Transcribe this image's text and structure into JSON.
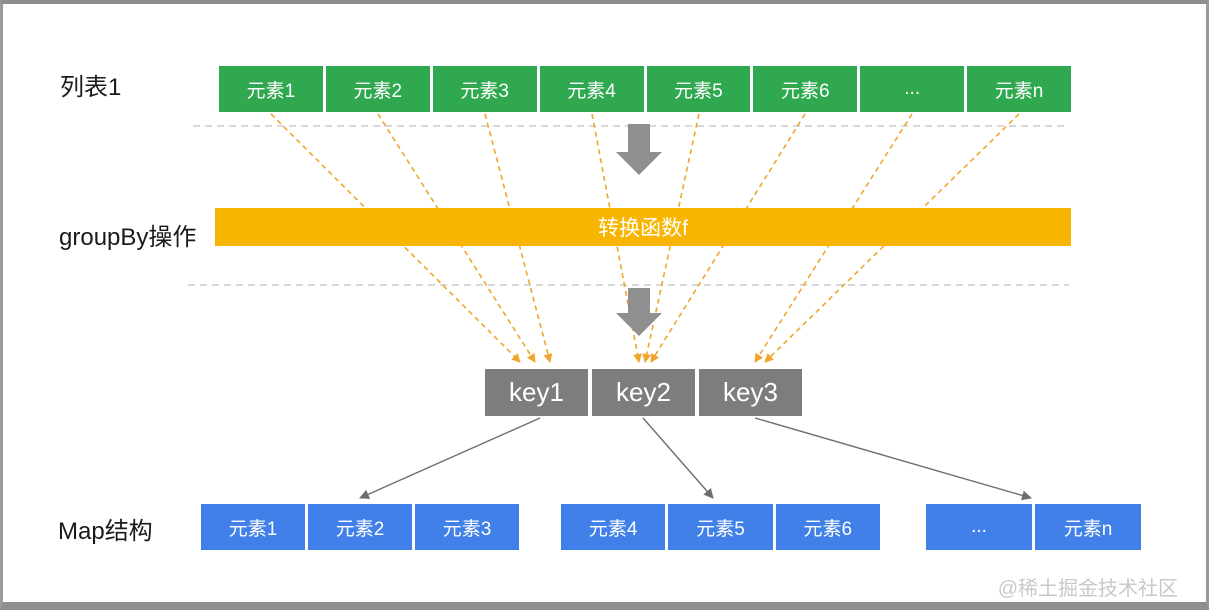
{
  "labels": {
    "source": "列表1",
    "operation": "groupBy操作",
    "result": "Map结构"
  },
  "source_list": {
    "items": [
      "元素1",
      "元素2",
      "元素3",
      "元素4",
      "元素5",
      "元素6",
      "...",
      "元素n"
    ]
  },
  "transform_bar": {
    "label": "转换函数f"
  },
  "keys": [
    "key1",
    "key2",
    "key3"
  ],
  "map_groups": [
    {
      "items": [
        "元素1",
        "元素2",
        "元素3"
      ]
    },
    {
      "items": [
        "元素4",
        "元素5",
        "元素6"
      ]
    },
    {
      "items": [
        "...",
        "元素n"
      ]
    }
  ],
  "watermark": "@稀土掘金技术社区",
  "icons": {
    "down_arrow": "down-arrow-icon",
    "dashed_connector": "dashed-connector-line"
  },
  "colors": {
    "green": "#2FA84F",
    "yellow": "#F7B500",
    "blue": "#4080E8",
    "key_gray": "#7D7D7D",
    "big_arrow_gray": "#8F8F8F",
    "solid_line_gray": "#6E6E6E",
    "dash_orange": "#F0A52B",
    "dash_gray": "#CBCBCB",
    "watermark_gray": "#C9C9C9"
  }
}
